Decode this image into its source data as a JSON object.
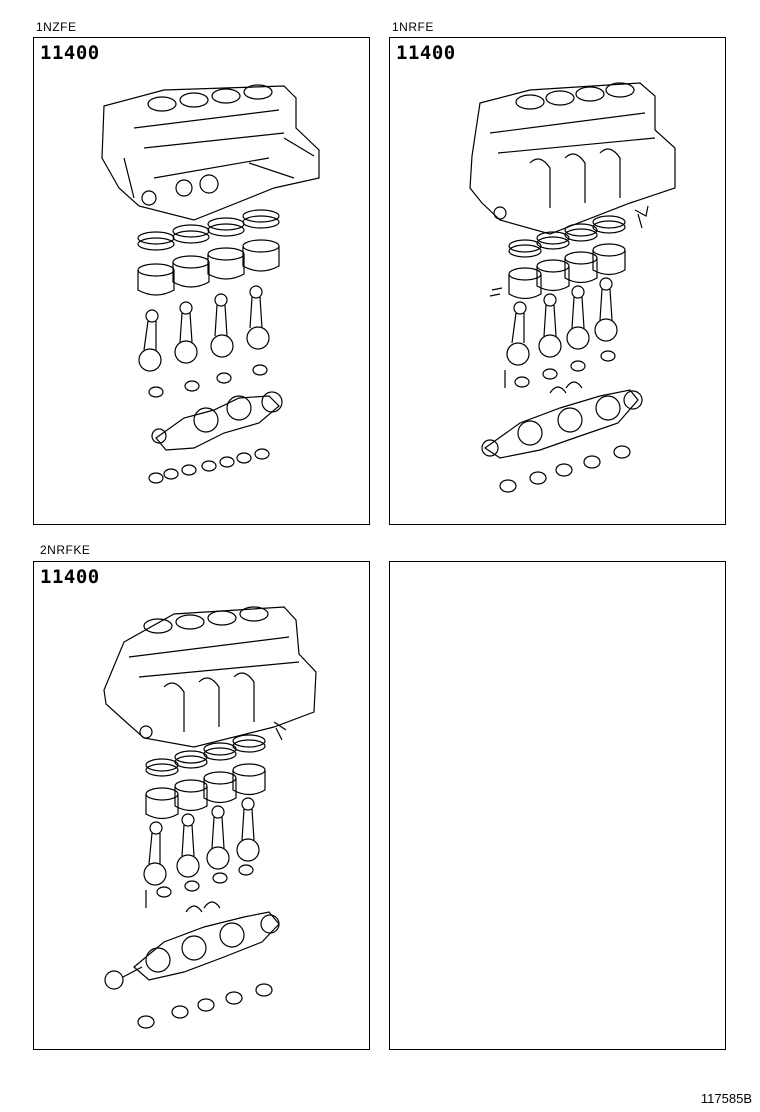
{
  "panels": [
    {
      "engine": "1NZFE",
      "part_number": "11400"
    },
    {
      "engine": "1NRFE",
      "part_number": "11400"
    },
    {
      "engine": "2NRFKE",
      "part_number": "11400"
    },
    {
      "engine": "",
      "part_number": ""
    }
  ],
  "diagram_ref": "117585B",
  "colors": {
    "line": "#000000",
    "background": "#ffffff"
  },
  "parts": [
    "cylinder-block",
    "piston-ring-set",
    "piston",
    "connecting-rod",
    "rod-bearing",
    "crankshaft",
    "main-bearing",
    "thrust-washer",
    "bolt"
  ]
}
